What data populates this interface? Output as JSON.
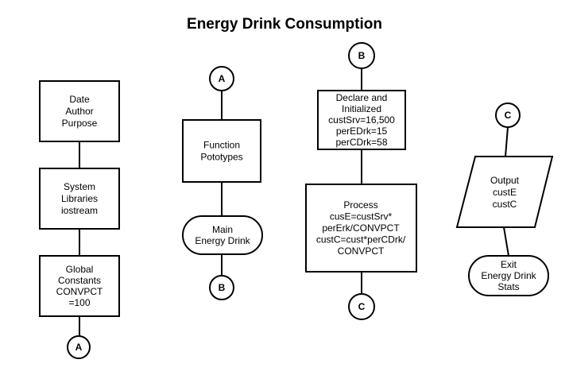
{
  "title": "Energy Drink Consumption",
  "nodes": {
    "header": {
      "lines": [
        "Date",
        "Author",
        "Purpose"
      ]
    },
    "libraries": {
      "lines": [
        "System",
        "Libraries",
        "iostream"
      ]
    },
    "constants": {
      "lines": [
        "Global",
        "Constants",
        "CONVPCT",
        "=100"
      ]
    },
    "connA1": {
      "lines": [
        "A"
      ]
    },
    "connA2": {
      "lines": [
        "A"
      ]
    },
    "prototypes": {
      "lines": [
        "Function",
        "Pototypes"
      ]
    },
    "main": {
      "lines": [
        "Main",
        "Energy Drink"
      ]
    },
    "connB1": {
      "lines": [
        "B"
      ]
    },
    "connB2": {
      "lines": [
        "B"
      ]
    },
    "declare": {
      "lines": [
        "Declare and",
        "Initialized",
        "custSrv=16,500",
        "perEDrk=15",
        "perCDrk=58"
      ]
    },
    "process": {
      "lines": [
        "Process",
        "cusE=custSrv*",
        "perErk/CONVPCT",
        "custC=cust*perCDrk/",
        "CONVPCT"
      ]
    },
    "connC1": {
      "lines": [
        "C"
      ]
    },
    "connC2": {
      "lines": [
        "C"
      ]
    },
    "output": {
      "lines": [
        "Output",
        "custE",
        "custC"
      ]
    },
    "exit": {
      "lines": [
        "Exit",
        "Energy Drink",
        "Stats"
      ]
    }
  }
}
